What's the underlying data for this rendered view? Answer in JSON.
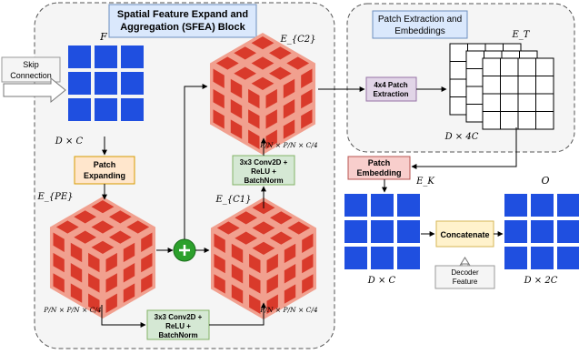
{
  "sfea_title": [
    "Spatial Feature Expand and",
    "Aggregation (SFEA) Block"
  ],
  "pe_title": [
    "Patch Extraction and",
    "Embeddings"
  ],
  "skip_label": [
    "Skip",
    "Connection"
  ],
  "decoder_label": [
    "Decoder",
    "Feature"
  ],
  "boxes": {
    "patch_expanding": [
      "Patch",
      "Expanding"
    ],
    "conv_bottom": [
      "3x3 Conv2D +",
      "ReLU +",
      "BatchNorm"
    ],
    "conv_middle": [
      "3x3 Conv2D +",
      "ReLU +",
      "BatchNorm"
    ],
    "patch_extraction": [
      "4x4 Patch",
      "Extraction"
    ],
    "patch_embedding": [
      "Patch",
      "Embedding"
    ],
    "concatenate": "Concatenate"
  },
  "symbols": {
    "F": "F",
    "E_C2": "E_{C2}",
    "E_T": "E_T",
    "E_PE": "E_{PE}",
    "E_C1": "E_{C1}",
    "E_K": "E_K",
    "O": "O"
  },
  "dims": {
    "F": "D × C",
    "E_T": "D × 4C",
    "E_K": "D × C",
    "O": "D × 2C",
    "E_PE": "P/N × P/N × C/4",
    "E_C2": "P/N × P/N × C/4",
    "E_C1": "P/N × P/N × C/4"
  },
  "colors": {
    "blue": "#1f4fe0",
    "cube_red": "#d93a2b",
    "cube_light": "#f1a08f",
    "orange_fill": "#ffe6cc",
    "orange_stroke": "#d79b00",
    "green_fill": "#d5e8d4",
    "green_stroke": "#82b366",
    "purple_fill": "#e1d5e7",
    "purple_stroke": "#9673a6",
    "red_fill": "#f8cecc",
    "red_stroke": "#b85450",
    "yellow_fill": "#fff2cc",
    "yellow_stroke": "#d6b656",
    "title_fill": "#dae8fc",
    "title_stroke": "#6c8ebf",
    "plus_fill": "#2ca02c"
  }
}
